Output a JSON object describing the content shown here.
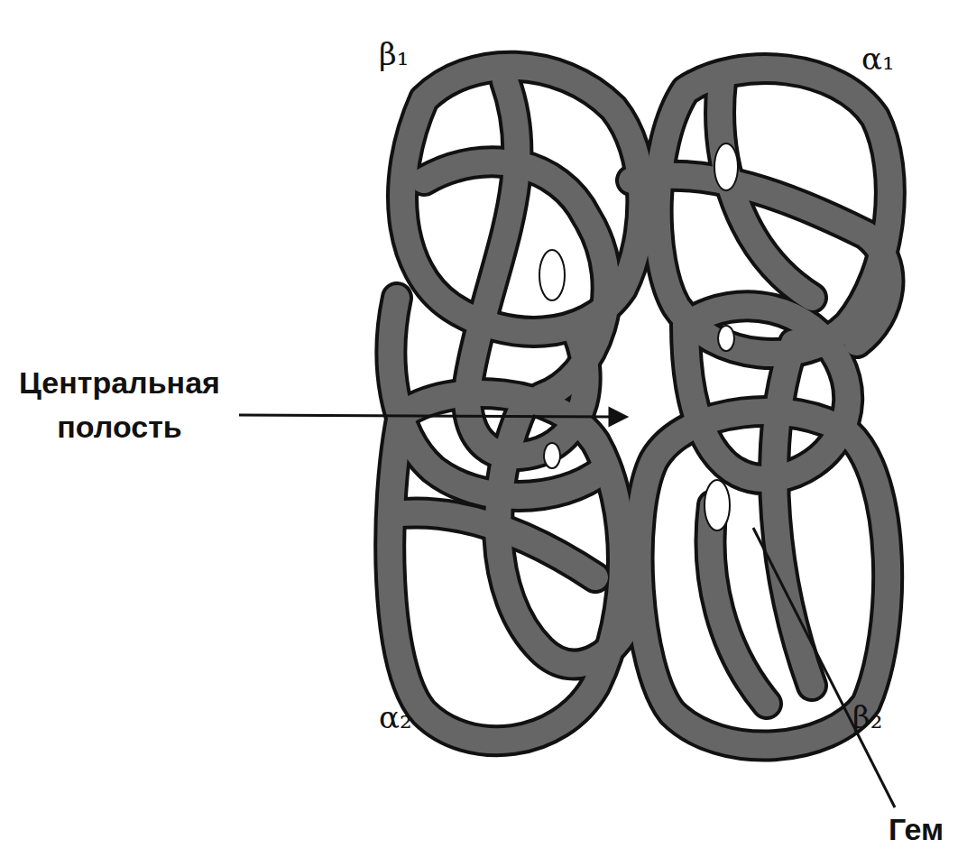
{
  "diagram": {
    "labels": [
      "β₁",
      "α₁",
      "Центральная полость",
      "α₂",
      "β₂",
      "Гем"
    ]
  }
}
